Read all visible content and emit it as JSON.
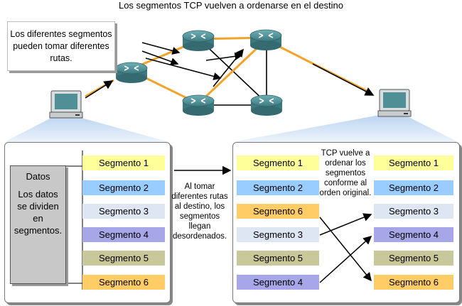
{
  "title": "Los segmentos TCP vuelven a ordenarse en el destino",
  "callout": "Los diferentes segmentos pueden tomar diferentes rutas.",
  "datos": {
    "heading": "Datos",
    "body": "Los datos se dividen en segmentos."
  },
  "middle_note": "Al tomar diferentes rutas al destino, los segmentos llegan desordenados.",
  "right_note": "TCP vuelve a ordenar los segmentos conforme al orden original.",
  "left_segments": [
    {
      "label": "Segmento 1",
      "color": "#ffff99"
    },
    {
      "label": "Segmento 2",
      "color": "#99ccff"
    },
    {
      "label": "Segmento 3",
      "color": "#dde6f2"
    },
    {
      "label": "Segmento 4",
      "color": "#a6a6e8"
    },
    {
      "label": "Segmento 5",
      "color": "#c8c89a"
    },
    {
      "label": "Segmento 6",
      "color": "#ffcc66"
    }
  ],
  "received_segments": [
    {
      "label": "Segmento 1",
      "color": "#ffff99"
    },
    {
      "label": "Segmento 2",
      "color": "#99ccff"
    },
    {
      "label": "Segmento 6",
      "color": "#ffcc66"
    },
    {
      "label": "Segmento 3",
      "color": "#dde6f2"
    },
    {
      "label": "Segmento 5",
      "color": "#c8c89a"
    },
    {
      "label": "Segmento 4",
      "color": "#a6a6e8"
    }
  ],
  "reordered_segments": [
    {
      "label": "Segmento 1",
      "color": "#ffff99"
    },
    {
      "label": "Segmento 2",
      "color": "#99ccff"
    },
    {
      "label": "Segmento 3",
      "color": "#dde6f2"
    },
    {
      "label": "Segmento 4",
      "color": "#a6a6e8"
    },
    {
      "label": "Segmento 5",
      "color": "#c8c89a"
    },
    {
      "label": "Segmento 6",
      "color": "#ffcc66"
    }
  ],
  "colors": {
    "path": "#f2a32a",
    "router": "#4f8f95",
    "panel_border": "#777777"
  }
}
